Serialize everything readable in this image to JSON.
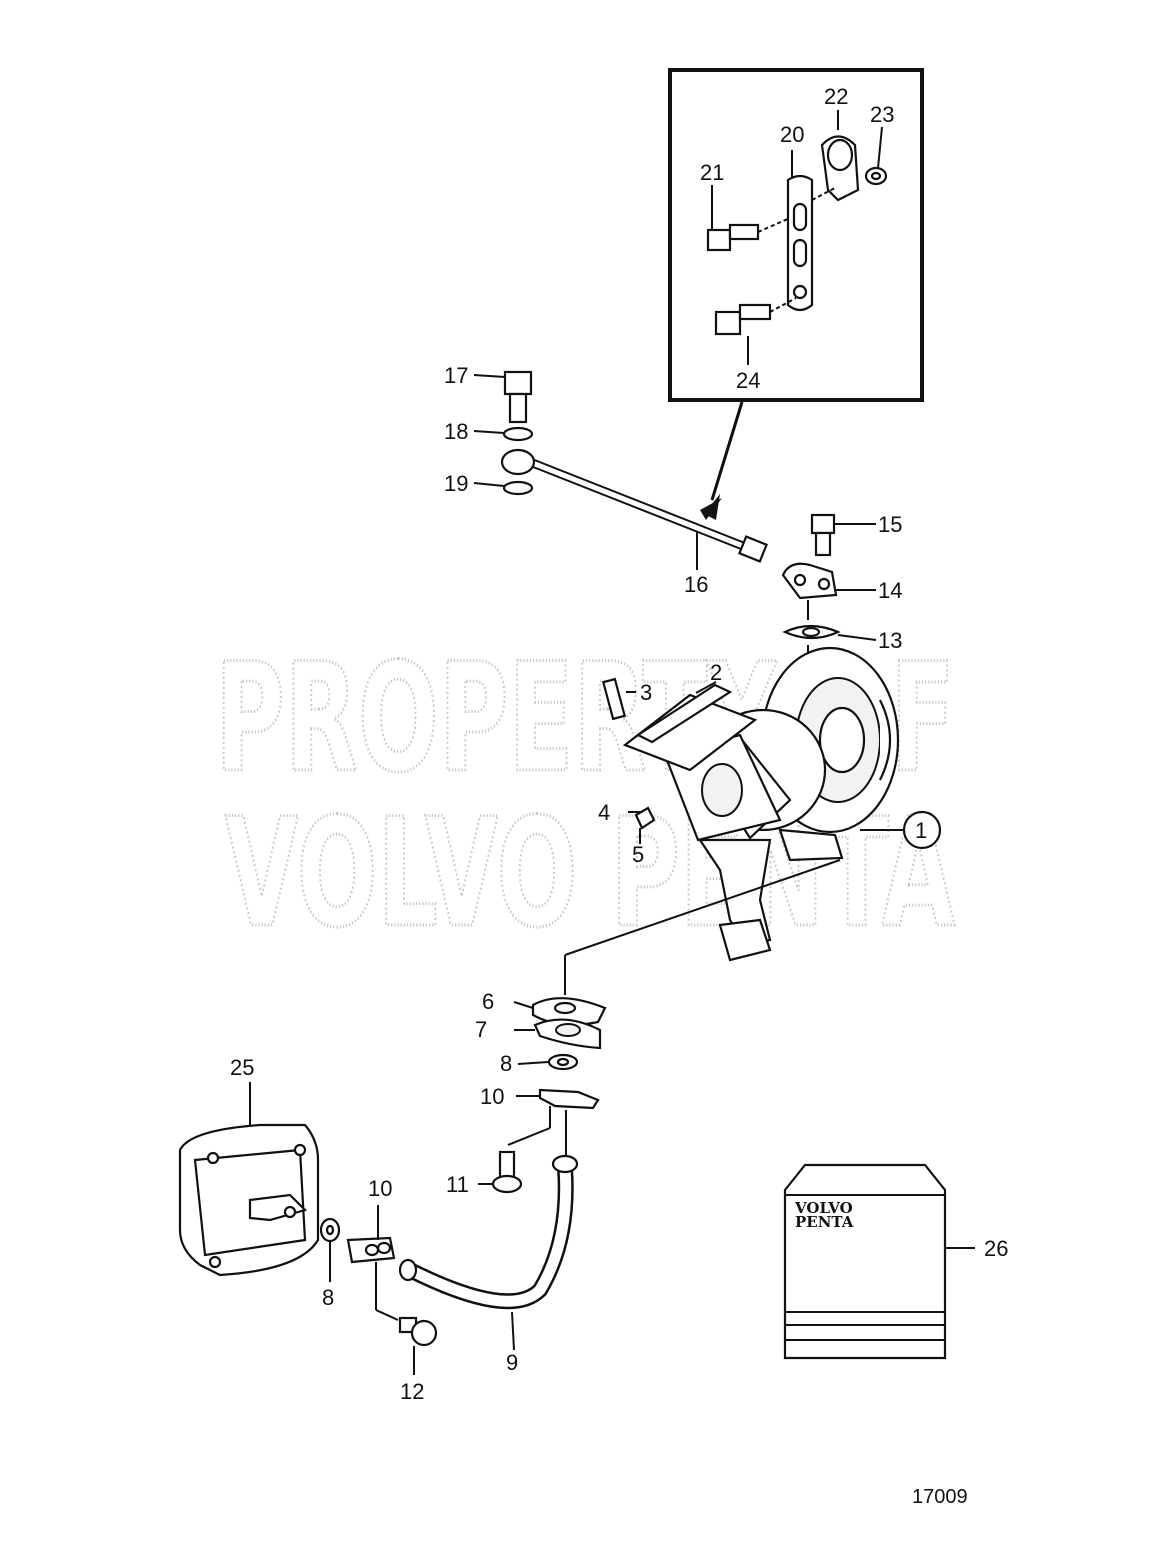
{
  "watermark": {
    "line1": "PROPERTY OF",
    "line2": "VOLVO PENTA"
  },
  "book": {
    "line1": "VOLVO",
    "line2": "PENTA"
  },
  "figure_number": "17009",
  "callouts": {
    "c1": "1",
    "c2": "2",
    "c3": "3",
    "c4": "4",
    "c5": "5",
    "c6": "6",
    "c7": "7",
    "c8a": "8",
    "c8b": "8",
    "c9": "9",
    "c10a": "10",
    "c10b": "10",
    "c11": "11",
    "c12": "12",
    "c13": "13",
    "c14": "14",
    "c15": "15",
    "c16": "16",
    "c17": "17",
    "c18": "18",
    "c19": "19",
    "c20": "20",
    "c21": "21",
    "c22": "22",
    "c23": "23",
    "c24": "24",
    "c25": "25",
    "c26": "26"
  }
}
